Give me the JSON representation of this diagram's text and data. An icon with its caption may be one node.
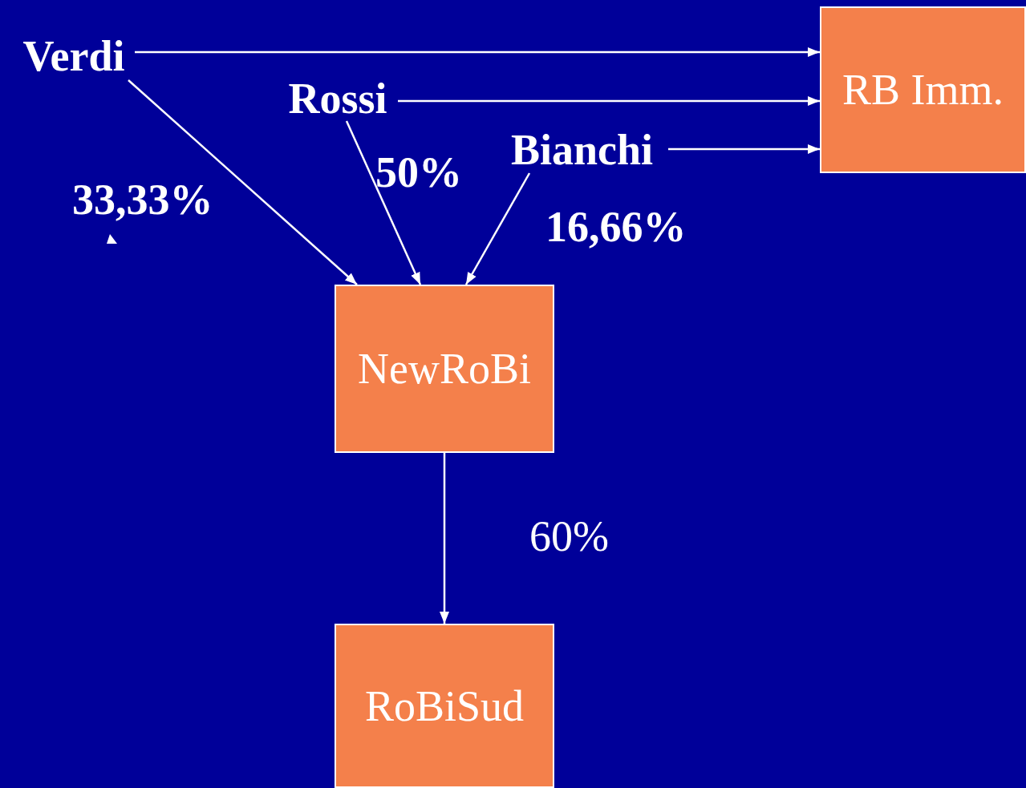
{
  "diagram": {
    "nodes": [
      {
        "text": [
          "Verdi"
        ]
      },
      {
        "text": [
          "Rossi"
        ]
      },
      {
        "text": [
          "Bianchi"
        ]
      },
      {
        "text": [
          "RB Imm."
        ]
      },
      {
        "text": [
          "NewRoBi"
        ]
      },
      {
        "text": [
          "RoBiSud"
        ]
      }
    ],
    "edges": [
      {
        "from": 0,
        "to": 3,
        "arrow": "to"
      },
      {
        "from": 1,
        "to": 3,
        "arrow": "to"
      },
      {
        "from": 2,
        "to": 3,
        "arrow": "to"
      },
      {
        "from": 0,
        "to": 4,
        "arrow": "to",
        "label": "33,33%"
      },
      {
        "from": 1,
        "to": 4,
        "arrow": "to",
        "label": "50%"
      },
      {
        "from": 2,
        "to": 4,
        "arrow": "to",
        "label": "16,66%"
      },
      {
        "from": 4,
        "to": 5,
        "arrow": "to",
        "label": "60%"
      }
    ]
  }
}
